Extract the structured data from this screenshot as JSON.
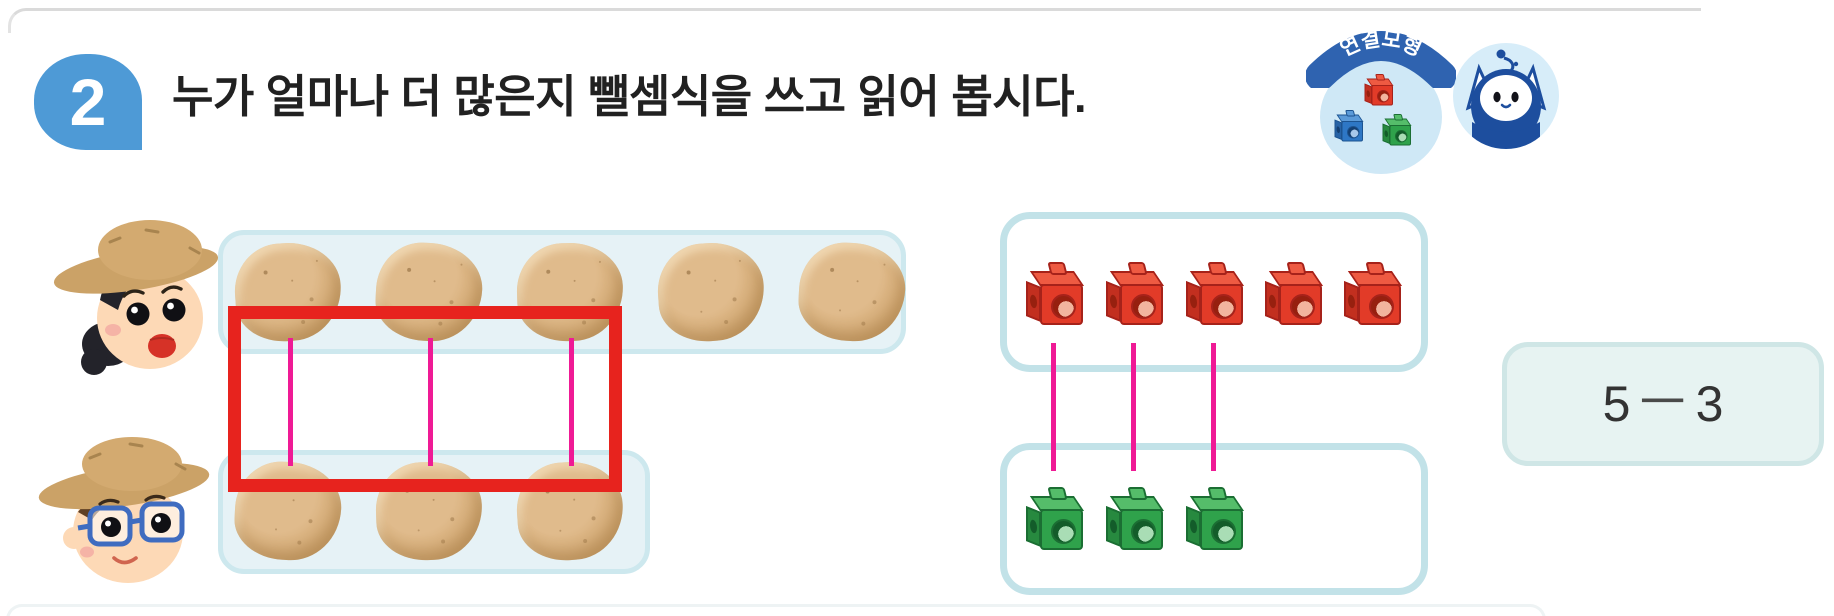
{
  "header": {
    "number_label": "2",
    "title": "누가 얼마나 더 많은지 뺄셈식을 쓰고 읽어 봅시다.",
    "model_badge_label": "연결모형"
  },
  "expression": {
    "minuend": "5",
    "operator": "−",
    "subtrahend": "3"
  },
  "scenes": {
    "potatoes": {
      "owner_top": "girl-farmer",
      "owner_bottom": "boy-farmer",
      "top_count": 5,
      "bottom_count": 3,
      "matched_pairs": 3
    },
    "cubes": {
      "red_count": 5,
      "green_count": 3,
      "matched_pairs": 3
    }
  },
  "colors": {
    "accent_blue": "#4e9ad6",
    "badge_navy": "#2f63b0",
    "tray_fill": "#e6f2f6",
    "tray_border": "#cde8ee",
    "cube_tray_border": "#c2e2e8",
    "highlight_red": "#e7231e",
    "match_line_pink": "#ef1a95",
    "cube_red": "#e23b28",
    "cube_green": "#2fa24b"
  }
}
